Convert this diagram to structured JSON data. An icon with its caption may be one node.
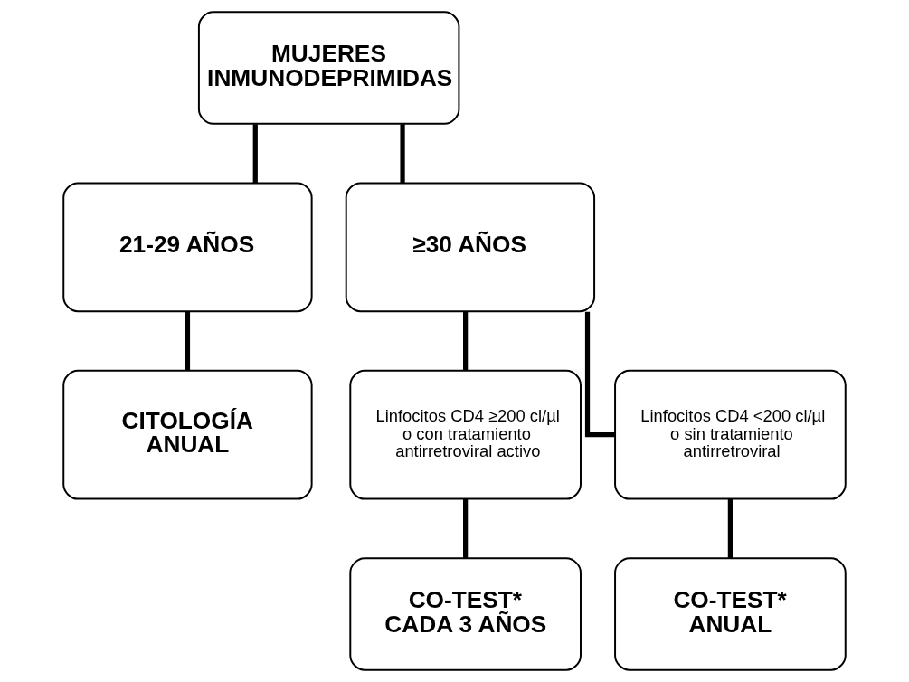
{
  "diagram": {
    "nodes": [
      {
        "text": [
          "MUJERES INMUNODEPRIMIDAS"
        ]
      },
      {
        "text": [
          "21-29 AÑOS"
        ]
      },
      {
        "text": [
          "≥30 AÑOS"
        ]
      },
      {
        "text": [
          "CITOLOGÍA ANUAL"
        ]
      },
      {
        "text": [
          "Linfocitos CD4 ≥200 cl/µl o con tratamiento antirretroviral activo"
        ]
      },
      {
        "text": [
          "Linfocitos CD4 <200 cl/µl o sin tratamiento antirretroviral"
        ]
      },
      {
        "text": [
          "CO-TEST* CADA 3 AÑOS"
        ]
      },
      {
        "text": [
          "CO-TEST* ANUAL"
        ]
      }
    ],
    "edges": [
      {
        "from": 0,
        "to": 1,
        "arrow": "none"
      },
      {
        "from": 0,
        "to": 2,
        "arrow": "none"
      },
      {
        "from": 1,
        "to": 3,
        "arrow": "none"
      },
      {
        "from": 2,
        "to": 4,
        "arrow": "none"
      },
      {
        "from": 2,
        "to": 5,
        "arrow": "none"
      },
      {
        "from": 4,
        "to": 6,
        "arrow": "none"
      },
      {
        "from": 5,
        "to": 7,
        "arrow": "none"
      }
    ]
  }
}
